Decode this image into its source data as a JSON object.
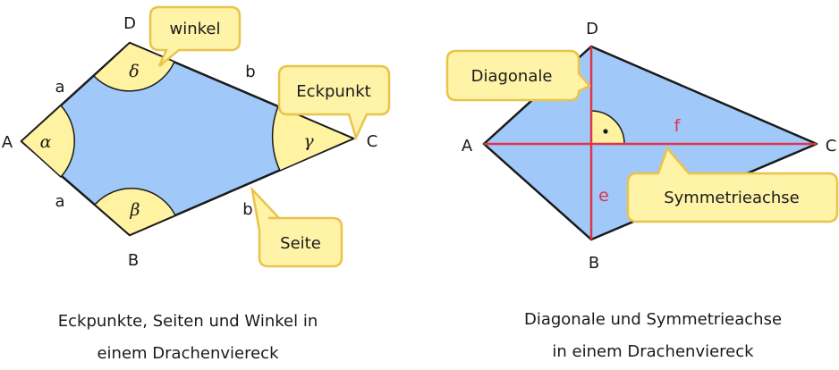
{
  "left": {
    "vertices": {
      "A": "A",
      "B": "B",
      "C": "C",
      "D": "D"
    },
    "sides": {
      "ad": "a",
      "ab": "a",
      "dc": "b",
      "bc": "b"
    },
    "angles": {
      "alpha": "α",
      "beta": "β",
      "gamma": "γ",
      "delta": "δ"
    },
    "callouts": {
      "winkel": "winkel",
      "eckpunkt": "Eckpunkt",
      "seite": "Seite"
    },
    "caption_line1": "Eckpunkte, Seiten und Winkel in",
    "caption_line2": "einem Drachenviereck"
  },
  "right": {
    "vertices": {
      "A": "A",
      "B": "B",
      "C": "C",
      "D": "D"
    },
    "diagonals": {
      "e": "e",
      "f": "f"
    },
    "callouts": {
      "diagonale": "Diagonale",
      "symmetrieachse": "Symmetrieachse"
    },
    "caption_line1": "Diagonale und Symmetrieachse",
    "caption_line2": "in einem Drachenviereck"
  },
  "colors": {
    "kite_fill": "#a0c8f8",
    "angle_fill": "#fff2a0",
    "callout_fill": "#fff3a8",
    "callout_border": "#e8c44a",
    "diagonal": "#e0344a",
    "outline": "#1a1a1a"
  }
}
